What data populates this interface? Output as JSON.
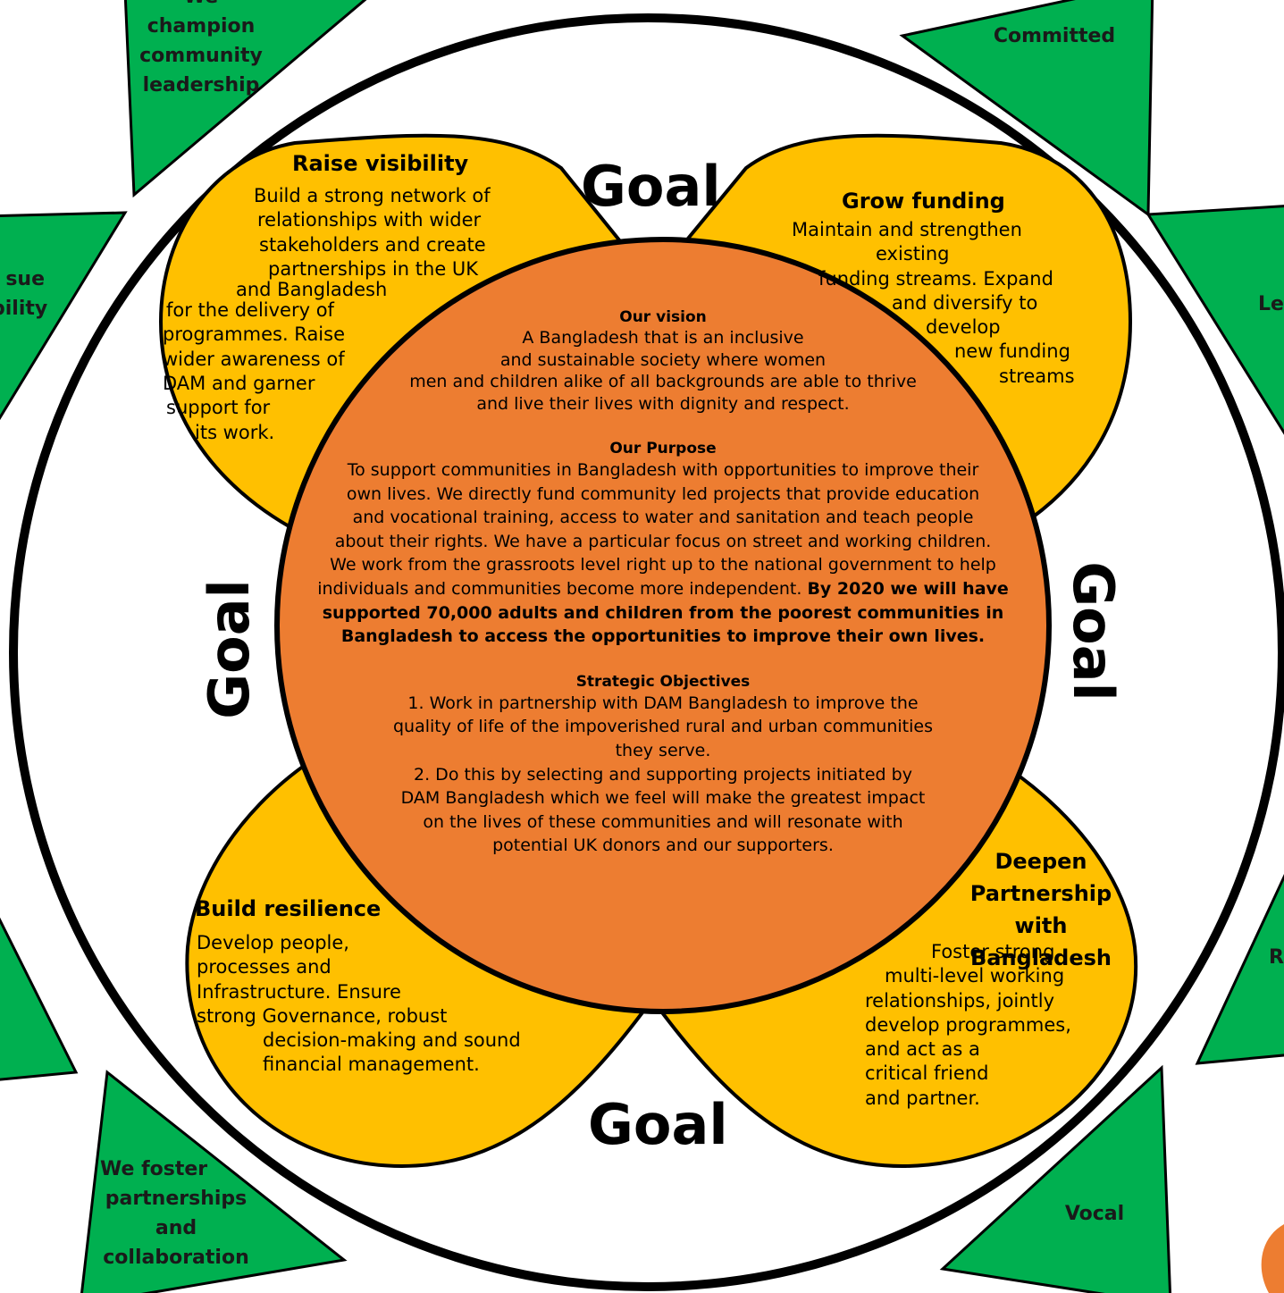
{
  "goal_label": "Goal",
  "colors": {
    "petal": "#FFC000",
    "center": "#ED7D31",
    "triangle": "#00B050",
    "outline": "#000000"
  },
  "values_triangles": {
    "top_left": [
      "We",
      "champion",
      "community",
      "leadership"
    ],
    "top_right": [
      "Committed"
    ],
    "left_upper": [
      "sue",
      "bility"
    ],
    "right_upper": [
      "Le"
    ],
    "right_lower": [
      "R"
    ],
    "bottom_left": [
      "We foster",
      "partnerships",
      "and",
      "collaboration"
    ],
    "bottom_right": [
      "Vocal"
    ]
  },
  "petals": {
    "top_left": {
      "title": "Raise visibility",
      "lines": [
        "Build a strong network of",
        "relationships with wider",
        "stakeholders and create",
        "partnerships in the UK",
        "and Bangladesh",
        "for the delivery of",
        "programmes. Raise",
        "wider awareness of",
        "DAM and garner",
        "support for",
        "its work."
      ]
    },
    "top_right": {
      "title": "Grow funding",
      "lines": [
        "Maintain and strengthen",
        "existing",
        "funding streams. Expand",
        "and diversify to",
        "develop",
        "new funding",
        "streams"
      ]
    },
    "bottom_left": {
      "title": "Build resilience",
      "lines": [
        "Develop people,",
        "processes and",
        "Infrastructure. Ensure",
        "strong Governance, robust",
        "decision-making and sound",
        "financial management."
      ]
    },
    "bottom_right": {
      "title_lines": [
        "Deepen",
        "Partnership",
        "with Bangladesh"
      ],
      "lines": [
        "Foster strong",
        "multi-level working",
        "relationships, jointly",
        "develop programmes,",
        "and act as a",
        "critical friend",
        "and partner."
      ]
    }
  },
  "center": {
    "vision_heading": "Our vision",
    "vision_lines": [
      "A Bangladesh that is an inclusive",
      "and sustainable society where women",
      "men and children alike of all backgrounds are able to thrive",
      "and live their lives with dignity and respect."
    ],
    "purpose_heading": "Our Purpose",
    "purpose_lines": [
      "To support communities in Bangladesh with opportunities to improve their",
      "own lives. We directly fund community led projects that provide education",
      "and  vocational training, access to water and sanitation and teach people",
      "about their rights. We have a particular focus on street and working children.",
      "We work from the grassroots level right up to the national government to help"
    ],
    "purpose_mixed_plain": "individuals and communities become more independent. ",
    "purpose_mixed_bold": "By 2020 we will have",
    "purpose_bold_lines": [
      "supported  70,000  adults and children from the poorest communities in",
      "Bangladesh to access the opportunities to improve their own  lives."
    ],
    "objectives_heading": "Strategic Objectives",
    "objectives_lines": [
      "1. Work in partnership with DAM Bangladesh to improve the",
      "quality of life of the impoverished rural and urban communities",
      "they serve.",
      "2. Do this by selecting and supporting projects initiated by",
      "DAM Bangladesh which we feel will make the greatest impact",
      "on the lives of these communities and will resonate with",
      "potential UK donors and our supporters."
    ]
  }
}
